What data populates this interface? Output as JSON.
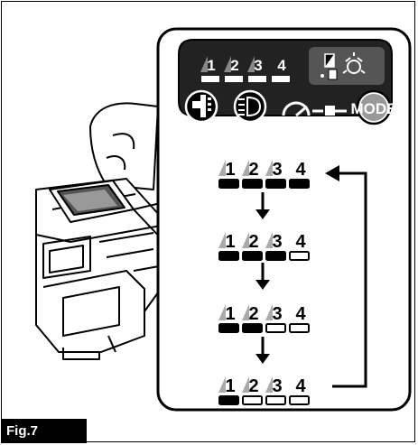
{
  "figure": {
    "label": "Fig.7"
  },
  "panel": {
    "level_numbers": [
      "1",
      "2",
      "3",
      "4"
    ],
    "icons": [
      "impact-bit-icon",
      "light-icon",
      "speed-gauge-icon",
      "dial-mode-icon"
    ],
    "mode_button_label": "MODE"
  },
  "sequence": {
    "steps": [
      {
        "lit": 4
      },
      {
        "lit": 3
      },
      {
        "lit": 2
      },
      {
        "lit": 1
      }
    ],
    "level_numbers": [
      "1",
      "2",
      "3",
      "4"
    ]
  },
  "colors": {
    "panel": "#222222",
    "lit": "#000000",
    "unlit": "#ffffff",
    "shadow": "#aaaaaa"
  }
}
